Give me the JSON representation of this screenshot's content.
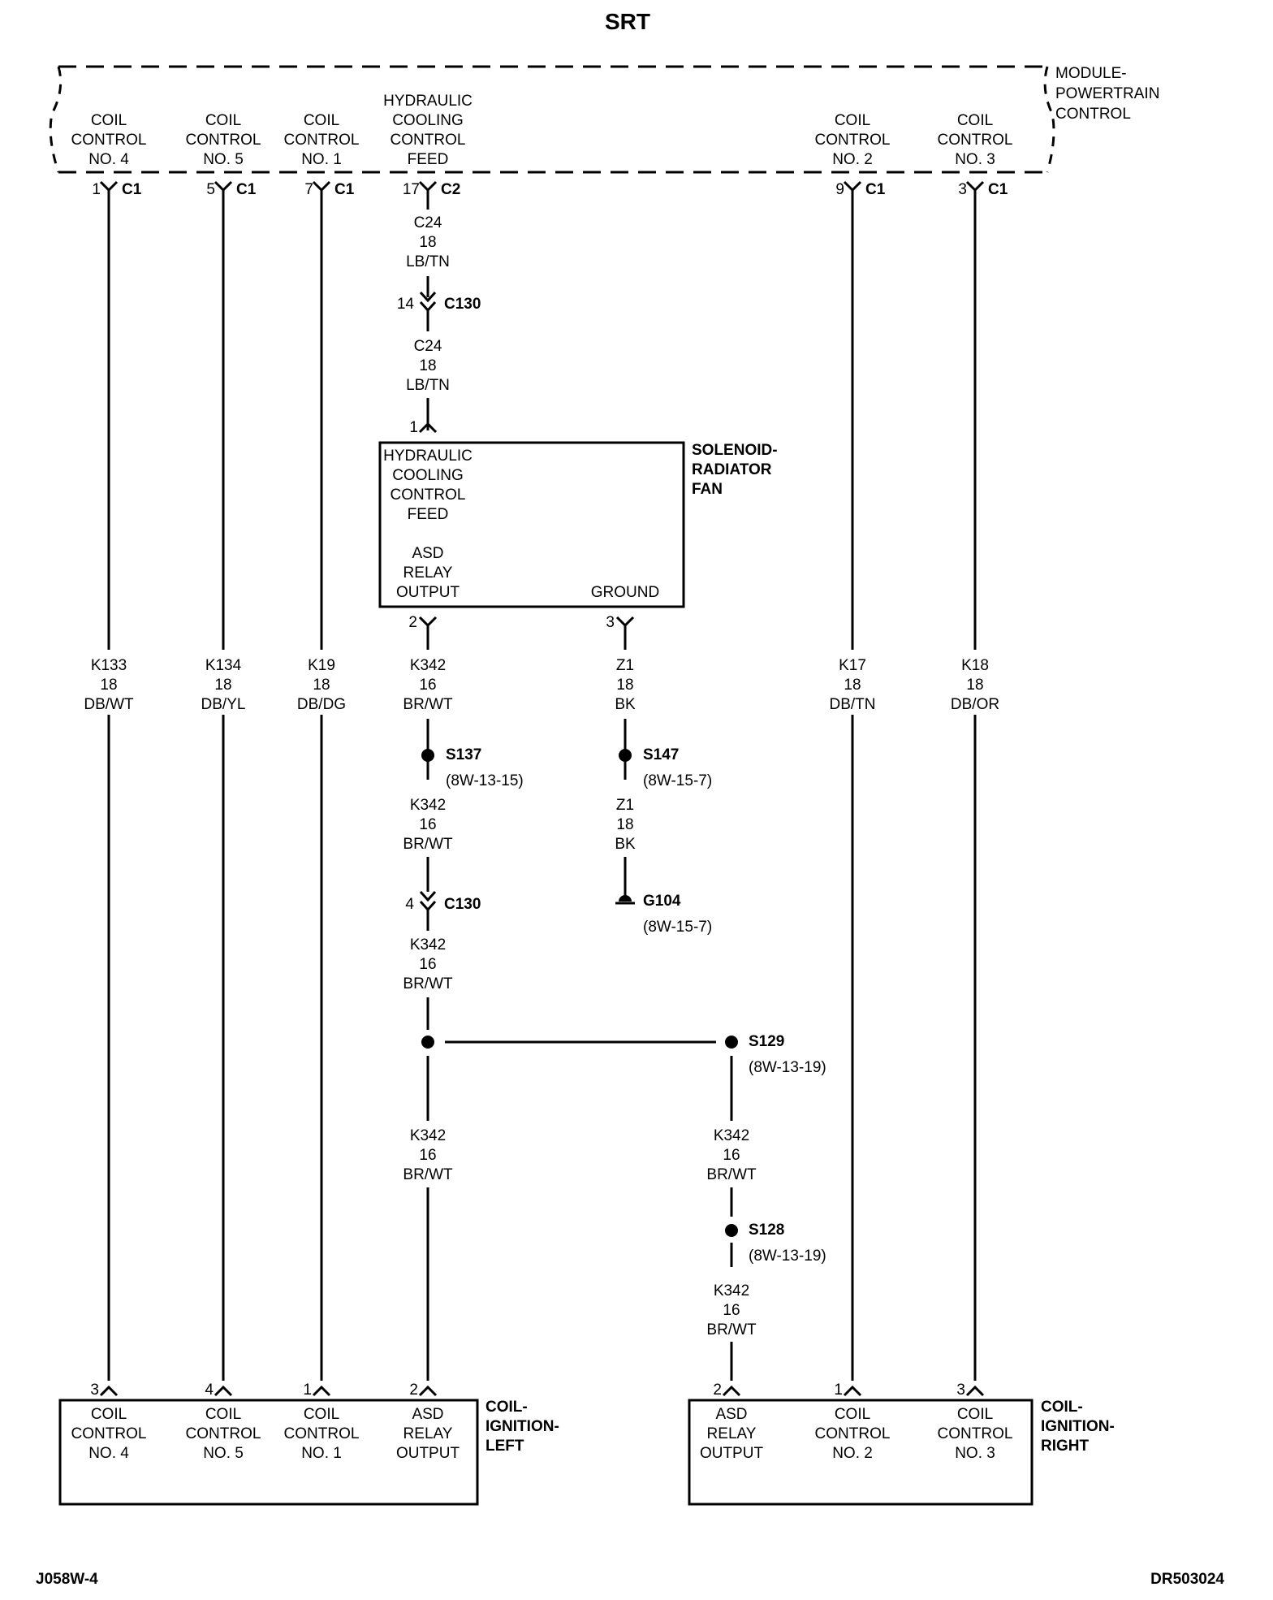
{
  "title": "SRT",
  "pcm": {
    "name": [
      "MODULE-",
      "POWERTRAIN",
      "CONTROL"
    ],
    "pins": [
      {
        "label": [
          "COIL",
          "CONTROL",
          "NO. 4"
        ],
        "pin": "1",
        "conn": "C1"
      },
      {
        "label": [
          "COIL",
          "CONTROL",
          "NO. 5"
        ],
        "pin": "5",
        "conn": "C1"
      },
      {
        "label": [
          "COIL",
          "CONTROL",
          "NO. 1"
        ],
        "pin": "7",
        "conn": "C1"
      },
      {
        "label": [
          "HYDRAULIC",
          "COOLING",
          "CONTROL",
          "FEED"
        ],
        "pin": "17",
        "conn": "C2"
      },
      {
        "label": [
          "COIL",
          "CONTROL",
          "NO. 2"
        ],
        "pin": "9",
        "conn": "C1"
      },
      {
        "label": [
          "COIL",
          "CONTROL",
          "NO. 3"
        ],
        "pin": "3",
        "conn": "C1"
      }
    ]
  },
  "feed_wire": {
    "upper": [
      "C24",
      "18",
      "LB/TN"
    ],
    "connector": {
      "pin": "14",
      "name": "C130"
    },
    "lower": [
      "C24",
      "18",
      "LB/TN"
    ],
    "solenoid_pin": "1"
  },
  "solenoid": {
    "name": [
      "SOLENOID-",
      "RADIATOR",
      "FAN"
    ],
    "feed": [
      "HYDRAULIC",
      "COOLING",
      "CONTROL",
      "FEED"
    ],
    "asd": [
      "ASD",
      "RELAY",
      "OUTPUT"
    ],
    "ground": "GROUND",
    "asd_pin": "2",
    "ground_pin": "3"
  },
  "coil_wires": [
    [
      "K133",
      "18",
      "DB/WT"
    ],
    [
      "K134",
      "18",
      "DB/YL"
    ],
    [
      "K19",
      "18",
      "DB/DG"
    ],
    [
      "K17",
      "18",
      "DB/TN"
    ],
    [
      "K18",
      "18",
      "DB/OR"
    ]
  ],
  "asd_wire": {
    "first": [
      "K342",
      "16",
      "BR/WT"
    ],
    "s137": {
      "name": "S137",
      "ref": "(8W-13-15)"
    },
    "second": [
      "K342",
      "16",
      "BR/WT"
    ],
    "connector": {
      "pin": "4",
      "name": "C130"
    },
    "third": [
      "K342",
      "16",
      "BR/WT"
    ],
    "left_branch": [
      "K342",
      "16",
      "BR/WT"
    ],
    "s129": {
      "name": "S129",
      "ref": "(8W-13-19)"
    },
    "right_branch": [
      "K342",
      "16",
      "BR/WT"
    ],
    "s128": {
      "name": "S128",
      "ref": "(8W-13-19)"
    },
    "right_final": [
      "K342",
      "16",
      "BR/WT"
    ]
  },
  "ground_wire": {
    "first": [
      "Z1",
      "18",
      "BK"
    ],
    "s147": {
      "name": "S147",
      "ref": "(8W-15-7)"
    },
    "second": [
      "Z1",
      "18",
      "BK"
    ],
    "g104": {
      "name": "G104",
      "ref": "(8W-15-7)"
    }
  },
  "coil_left": {
    "name": [
      "COIL-",
      "IGNITION-",
      "LEFT"
    ],
    "pins": [
      {
        "pin": "3",
        "label": [
          "COIL",
          "CONTROL",
          "NO. 4"
        ]
      },
      {
        "pin": "4",
        "label": [
          "COIL",
          "CONTROL",
          "NO. 5"
        ]
      },
      {
        "pin": "1",
        "label": [
          "COIL",
          "CONTROL",
          "NO. 1"
        ]
      },
      {
        "pin": "2",
        "label": [
          "ASD",
          "RELAY",
          "OUTPUT"
        ]
      }
    ]
  },
  "coil_right": {
    "name": [
      "COIL-",
      "IGNITION-",
      "RIGHT"
    ],
    "pins": [
      {
        "pin": "2",
        "label": [
          "ASD",
          "RELAY",
          "OUTPUT"
        ]
      },
      {
        "pin": "1",
        "label": [
          "COIL",
          "CONTROL",
          "NO. 2"
        ]
      },
      {
        "pin": "3",
        "label": [
          "COIL",
          "CONTROL",
          "NO. 3"
        ]
      }
    ]
  },
  "footer": {
    "left": "J058W-4",
    "right": "DR503024"
  }
}
